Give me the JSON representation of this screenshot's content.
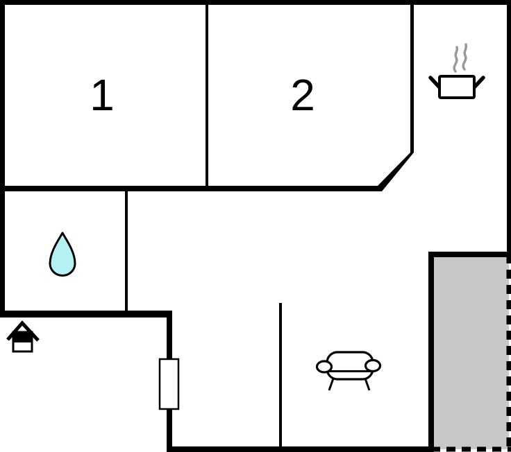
{
  "plan": {
    "type": "floor-plan",
    "rooms": [
      {
        "id": "room-1",
        "label": "1"
      },
      {
        "id": "room-2",
        "label": "2"
      }
    ],
    "icons": [
      {
        "name": "cooking-pot-icon",
        "meaning": "kitchen"
      },
      {
        "name": "water-drop-icon",
        "meaning": "bathroom"
      },
      {
        "name": "sofa-icon",
        "meaning": "living-room"
      },
      {
        "name": "outbuilding-icon",
        "meaning": "annex"
      }
    ],
    "colors": {
      "wall": "#000000",
      "background": "#ffffff",
      "terrace_fill": "#c8c8c8",
      "drop_fill": "#b5f0f2",
      "steam": "#999999",
      "icon_fill": "#ffffff"
    }
  }
}
